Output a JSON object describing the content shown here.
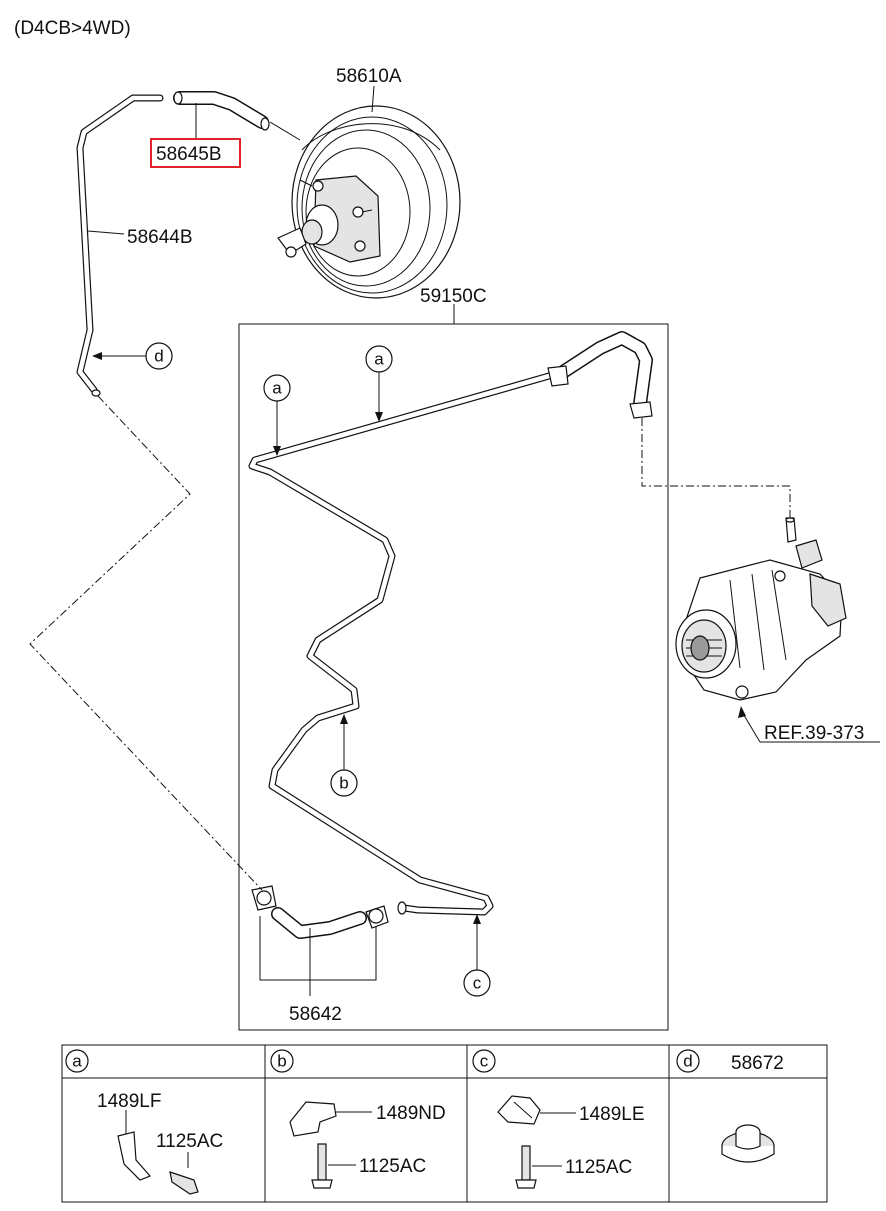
{
  "header": {
    "variant": "(D4CB>4WD)"
  },
  "parts": {
    "booster": "58610A",
    "hose_selected": "58645B",
    "tube_upper": "58644B",
    "vacuum_line_assy": "59150C",
    "hose_clamp": "58642",
    "reference": "REF.39-373"
  },
  "callouts": {
    "a": "a",
    "b": "b",
    "c": "c",
    "d": "d"
  },
  "legend": {
    "cells": [
      {
        "letter": "a",
        "title": "",
        "items": [
          "1489LF",
          "1125AC"
        ]
      },
      {
        "letter": "b",
        "title": "",
        "items": [
          "1489ND",
          "1125AC"
        ]
      },
      {
        "letter": "c",
        "title": "",
        "items": [
          "1489LE",
          "1125AC"
        ]
      },
      {
        "letter": "d",
        "title": "58672",
        "items": []
      }
    ]
  },
  "colors": {
    "highlight": "#e0242a",
    "line": "#111111"
  }
}
